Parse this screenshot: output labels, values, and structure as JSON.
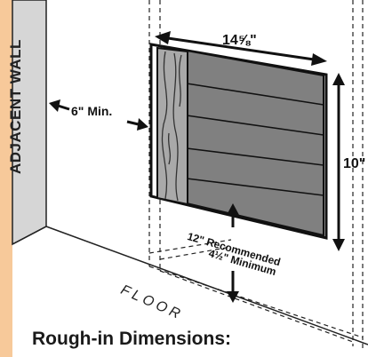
{
  "diagram": {
    "wall_label": "ADJACENT WALL",
    "width_label": "14⅝\"",
    "height_label": "10\"",
    "side_clearance_label": "6\" Min.",
    "floor_label": "FLOOR",
    "recommended_label": "12\" Recommended",
    "minimum_label": "4½\" Minimum",
    "caption": "Rough-in Dimensions:",
    "colors": {
      "stripe": "#f7c99a",
      "wall": "#d6d6d6",
      "panel": "#808080",
      "line": "#111111"
    }
  }
}
